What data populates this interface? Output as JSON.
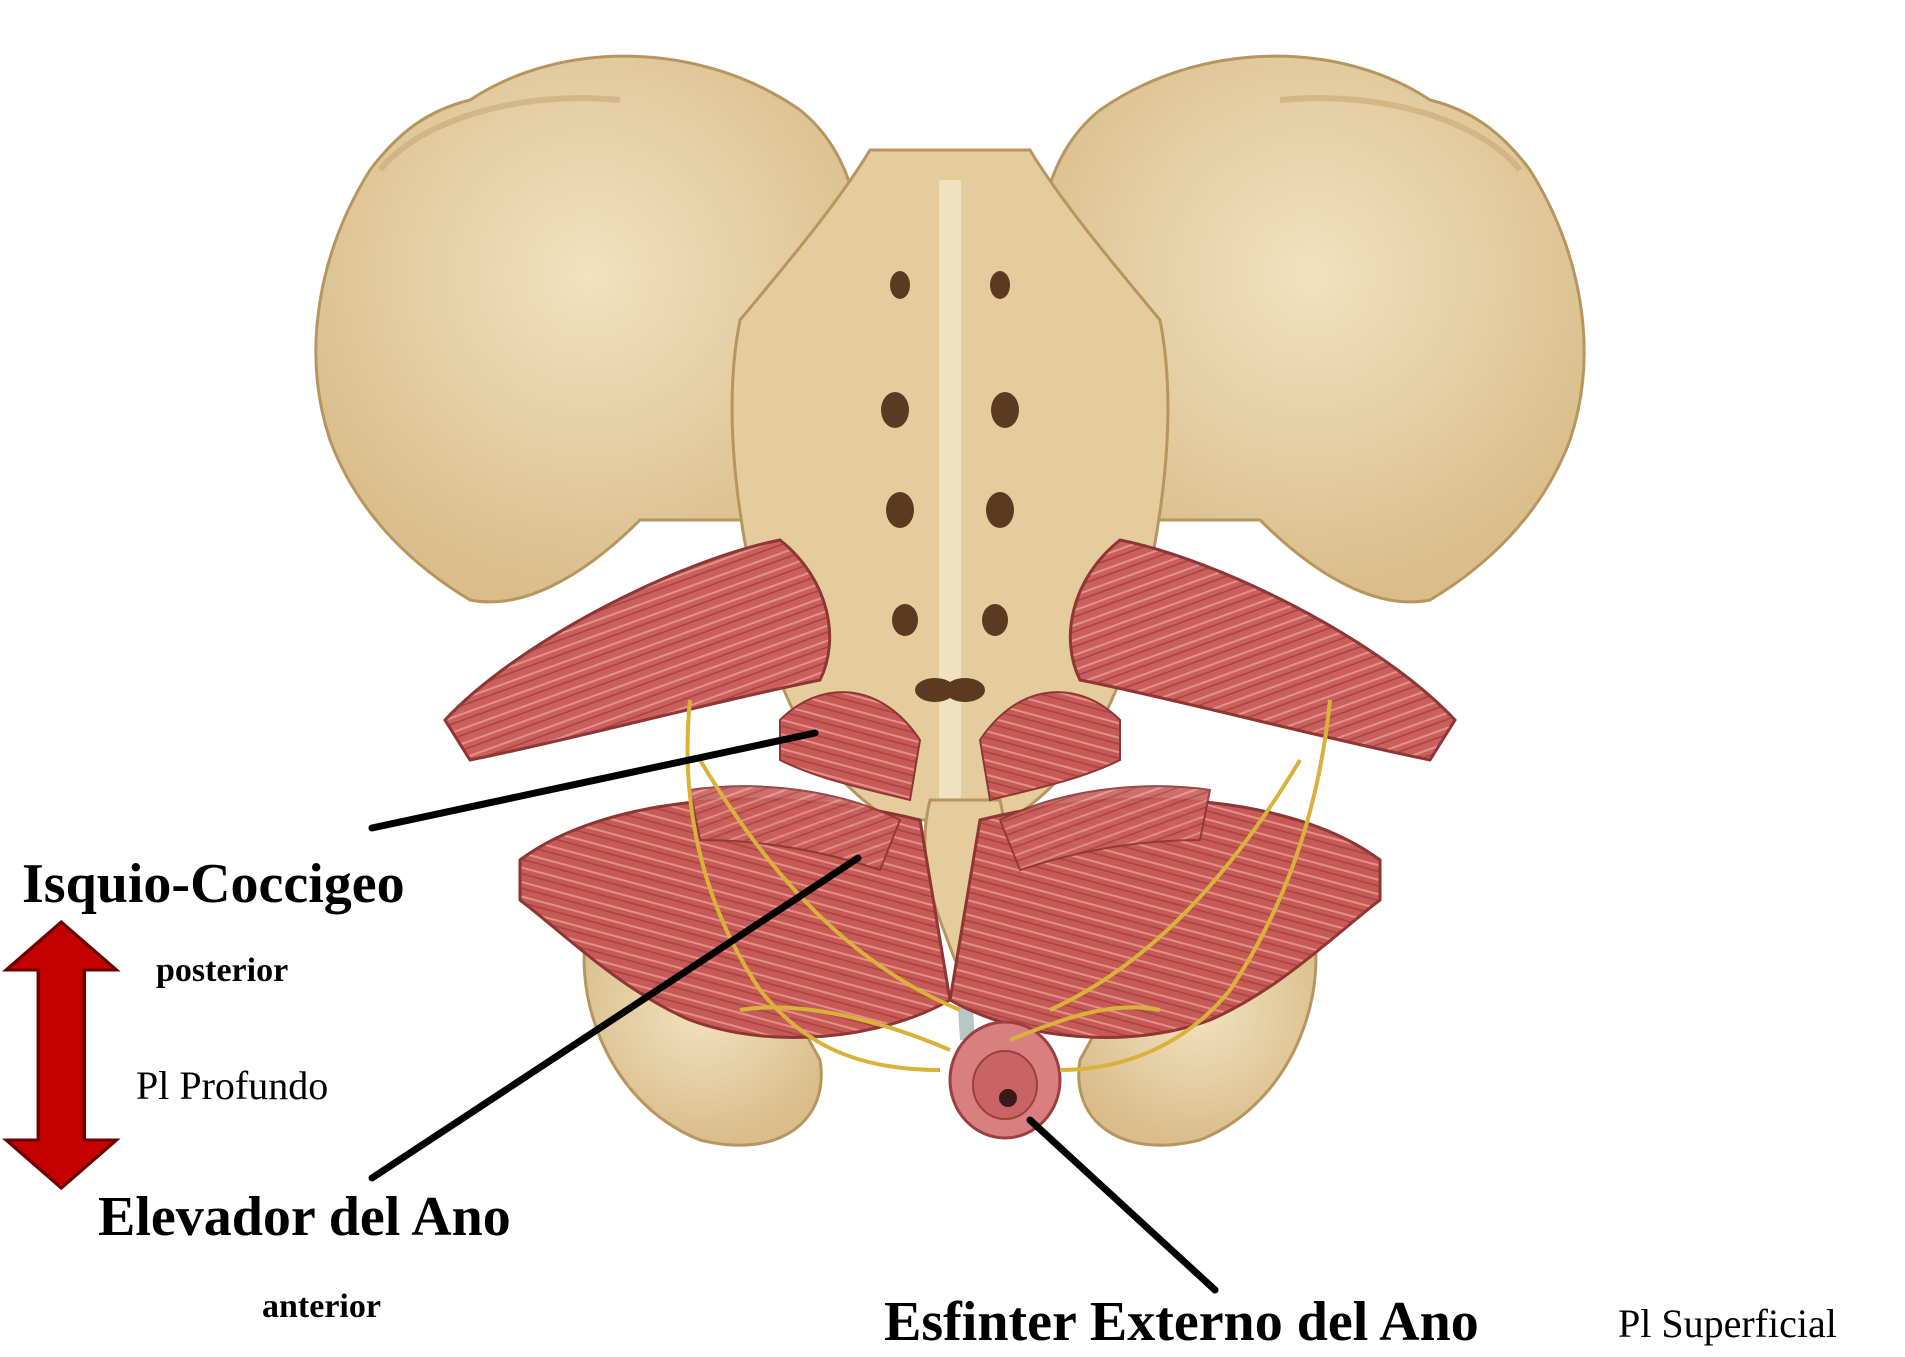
{
  "labels": {
    "isquio": "Isquio-Coccigeo",
    "posterior": "posterior",
    "pl_profundo": "Pl Profundo",
    "elevador": "Elevador del Ano",
    "anterior": "anterior",
    "esfinter": "Esfinter Externo del Ano",
    "pl_superficial": "Pl Superficial"
  },
  "colors": {
    "bone": "#e8d3a8",
    "bone_shadow": "#c9a877",
    "muscle": "#c9605d",
    "muscle_dark": "#a8413f",
    "nerve": "#d8b23a",
    "arrow": "#c40000",
    "leader_line": "#000000"
  },
  "icons": {
    "direction_arrow": "double-headed-vertical-arrow"
  }
}
